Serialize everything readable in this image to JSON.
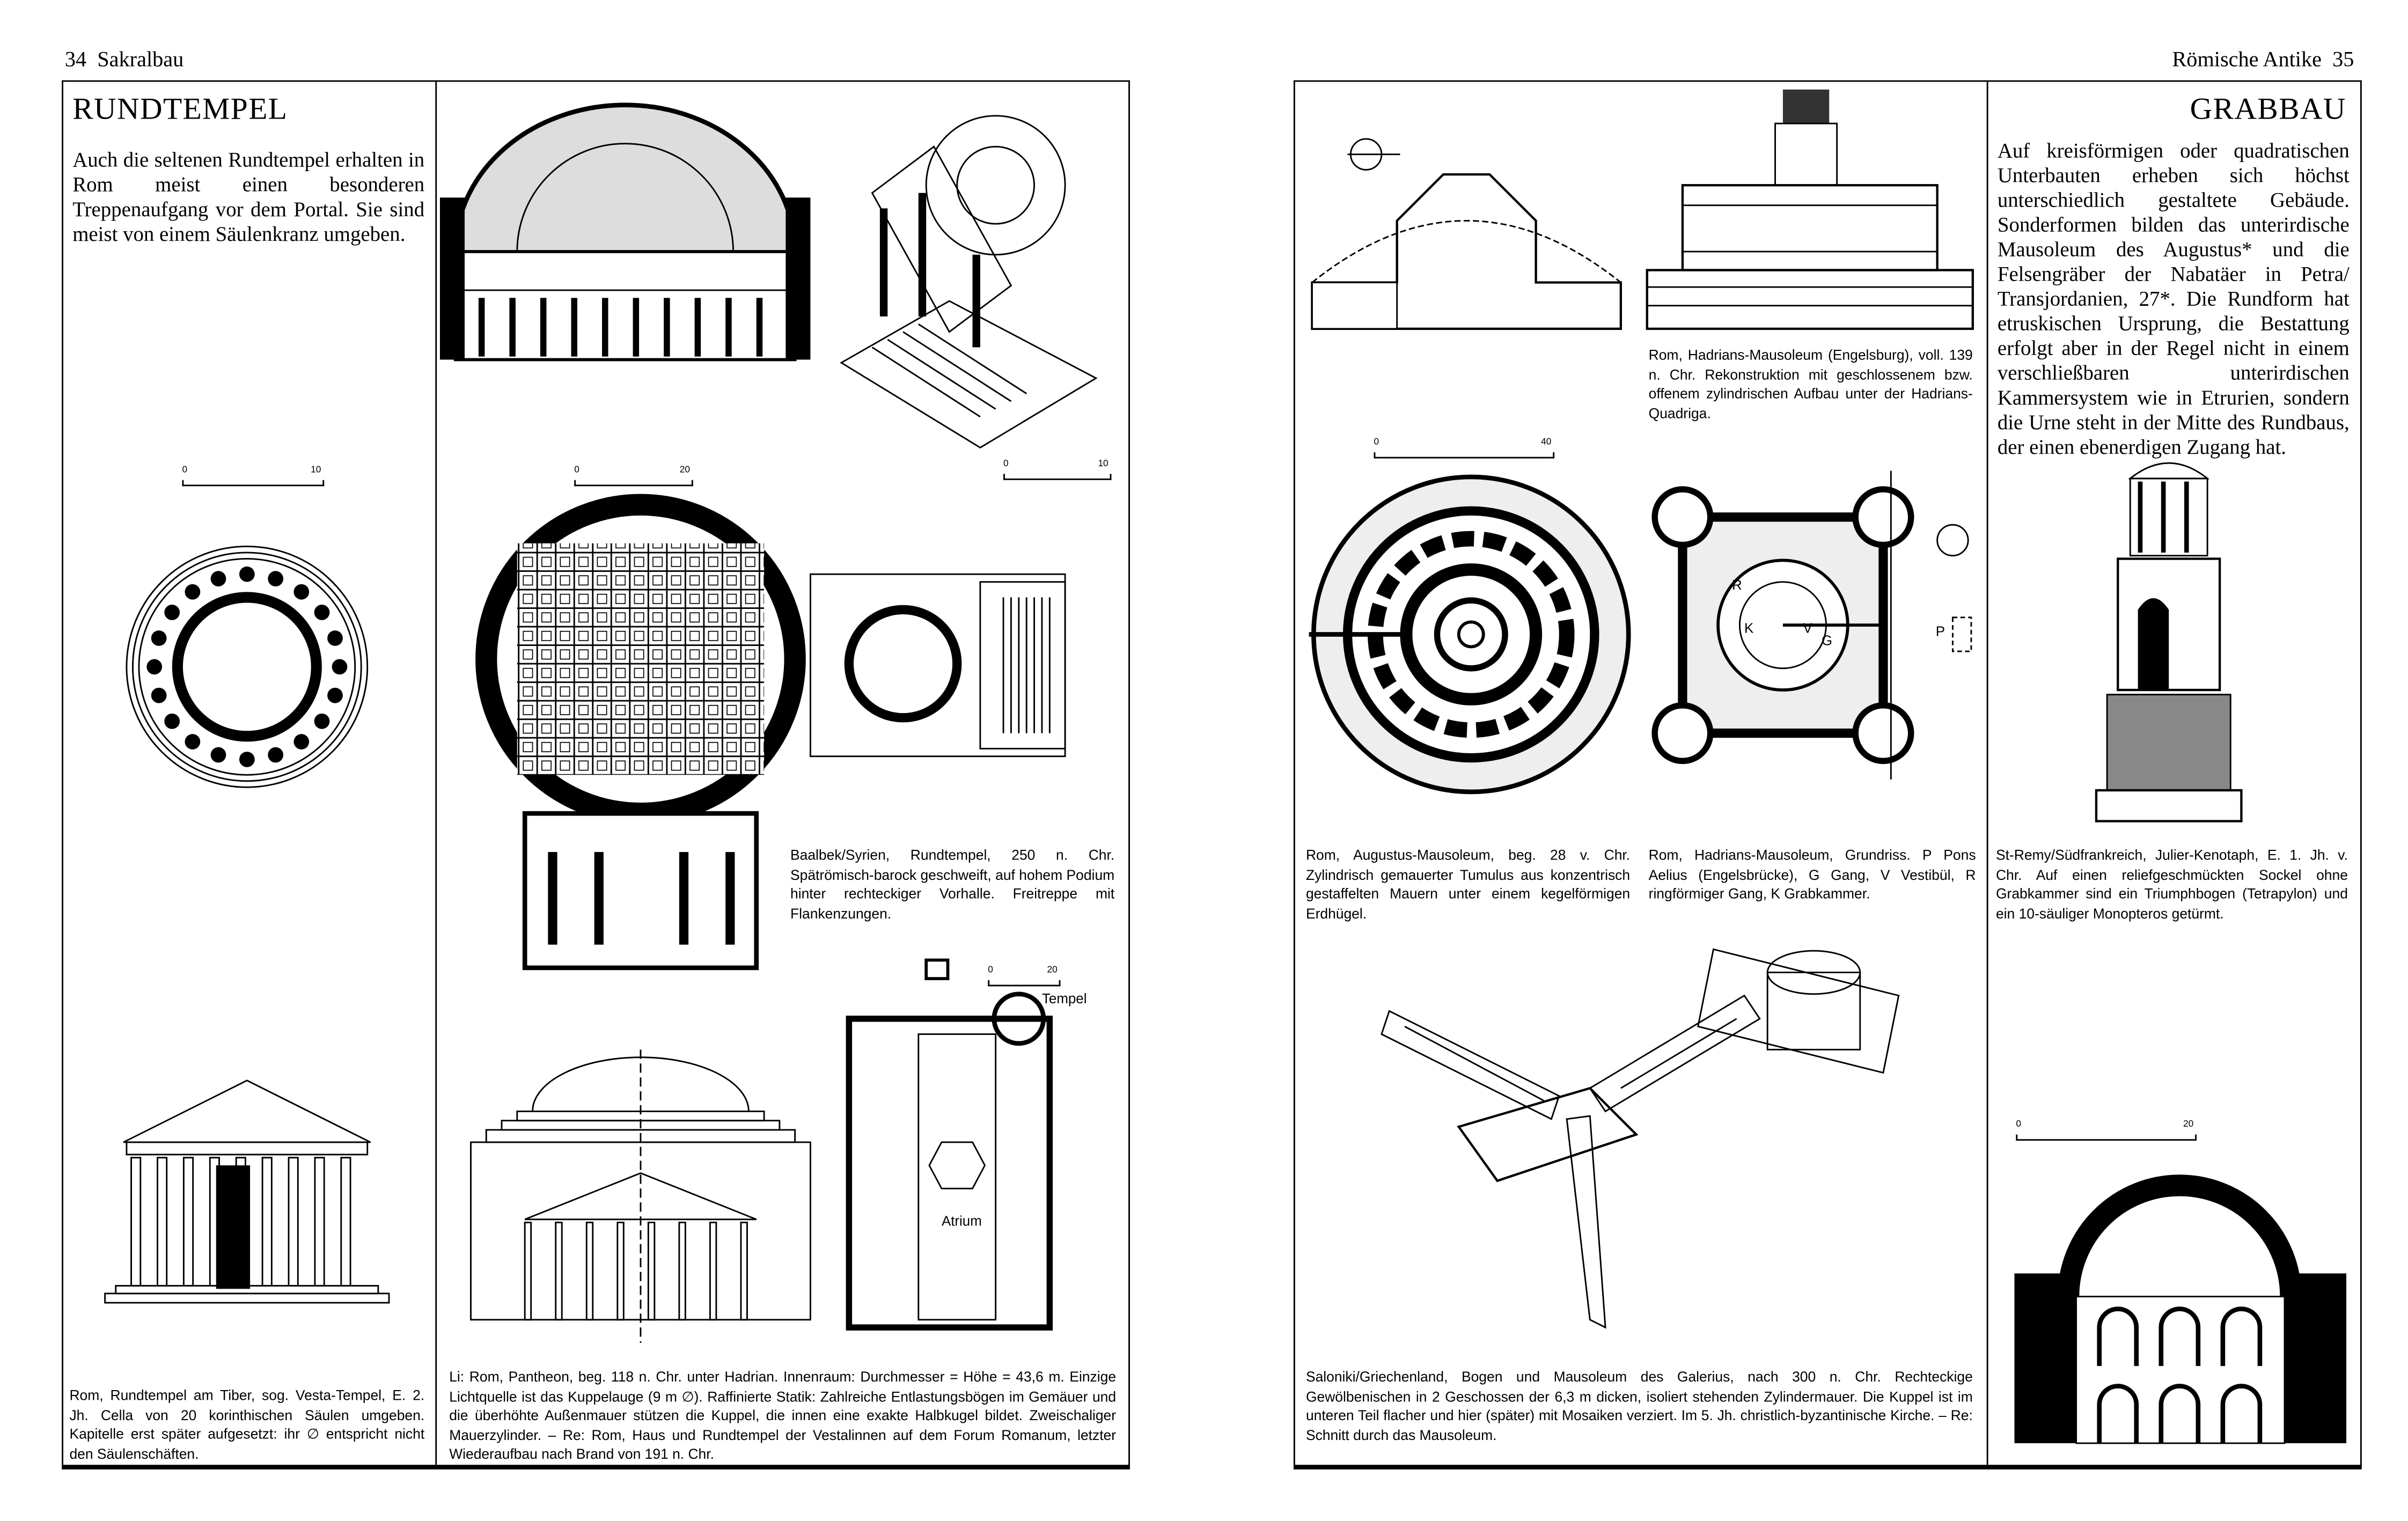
{
  "left_page": {
    "header": {
      "page_number": "34",
      "section": "Sakralbau"
    },
    "title": "RUNDTEMPEL",
    "intro": "Auch die seltenen Rundtempel erhalten in Rom meist einen besonderen Treppenaufgang vor dem Portal. Sie sind meist von einem Säulenkranz umgeben.",
    "captions": {
      "vesta": "Rom, Rundtempel am Tiber, sog. Vesta-Tempel, E. 2. Jh. Cella von 20 korinthischen Säulen umgeben. Kapitelle erst später aufgesetzt: ihr ∅ entspricht nicht den Säulenschäften.",
      "pantheon": "Li: Rom, Pantheon, beg. 118 n. Chr. unter Hadrian. Innenraum: Durchmesser = Höhe = 43,6 m. Einzige Lichtquelle ist das Kuppelauge (9 m ∅). Raffinierte Statik: Zahlreiche Entlastungsbögen im Gemäuer und die überhöhte Außenmauer stützen die Kuppel, die innen eine exakte Halbkugel bildet. Zweischaliger Mauerzylinder. – Re: Rom, Haus und Rundtempel der Vestalinnen auf dem Forum Romanum, letzter Wiederaufbau nach Brand von 191 n. Chr.",
      "baalbek": "Baalbek/Syrien, Rundtempel, 250 n. Chr. Spätrömisch-barock geschweift, auf hohem Podium hinter rechteckiger Vorhalle. Freitreppe mit Flankenzungen."
    },
    "scales": [
      {
        "start": "0",
        "end": "10"
      },
      {
        "start": "0",
        "end": "20"
      },
      {
        "start": "0",
        "end": "10"
      },
      {
        "start": "0",
        "end": "20"
      }
    ],
    "plan_labels": {
      "tempel": "Tempel",
      "atrium": "Atrium"
    }
  },
  "right_page": {
    "header": {
      "section": "Römische Antike",
      "page_number": "35"
    },
    "title": "GRABBAU",
    "intro": "Auf kreisförmigen oder quadratischen Unterbauten erheben sich höchst unterschiedlich gestaltete Gebäude. Sonderformen bilden das unterirdische Mausoleum des Augustus* und die Felsengräber der Nabatäer in Petra/ Transjordanien, 27*. Die Rundform hat etruskischen Ursprung, die Bestattung erfolgt aber in der Regel nicht in einem verschließbaren unterirdischen Kammersystem wie in Etrurien, sondern die Urne steht in der Mitte des Rundbaus, der einen ebenerdigen Zugang hat.",
    "captions": {
      "hadrian_elevation": "Rom, Hadrians-Mausoleum (Engelsburg), voll. 139 n. Chr. Rekonstruktion mit geschlossenem bzw. offenem zylindrischen Aufbau unter der Hadrians-Quadriga.",
      "augustus": "Rom, Augustus-Mausoleum, beg. 28 v. Chr. Zylindrisch gemauerter Tumulus aus konzentrisch gestaffelten Mauern unter einem kegelförmigen Erdhügel.",
      "hadrian_plan": "Rom, Hadrians-Mausoleum, Grundriss. P Pons Aelius (Engelsbrücke), G Gang, V Vestibül, R ringförmiger Gang, K Grabkammer.",
      "st_remy": "St-Remy/Südfrankreich, Julier-Kenotaph, E. 1. Jh. v. Chr. Auf einen reliefgeschmückten Sockel ohne Grabkammer sind ein Triumphbogen (Tetrapylon) und ein 10-säuliger Monopteros getürmt.",
      "saloniki": "Saloniki/Griechenland, Bogen und Mausoleum des Galerius, nach 300 n. Chr. Rechteckige Gewölbenischen in 2 Geschossen der 6,3 m dicken, isoliert stehenden Zylindermauer. Die Kuppel ist im unteren Teil flacher und hier (später) mit Mosaiken verziert. Im 5. Jh. christlich-byzantinische Kirche. – Re: Schnitt durch das Mausoleum."
    },
    "scales": [
      {
        "start": "0",
        "end": "40"
      },
      {
        "start": "0",
        "end": "20"
      }
    ],
    "plan_labels": {
      "r": "R",
      "k": "K",
      "v": "V",
      "g": "G",
      "p": "P"
    }
  }
}
